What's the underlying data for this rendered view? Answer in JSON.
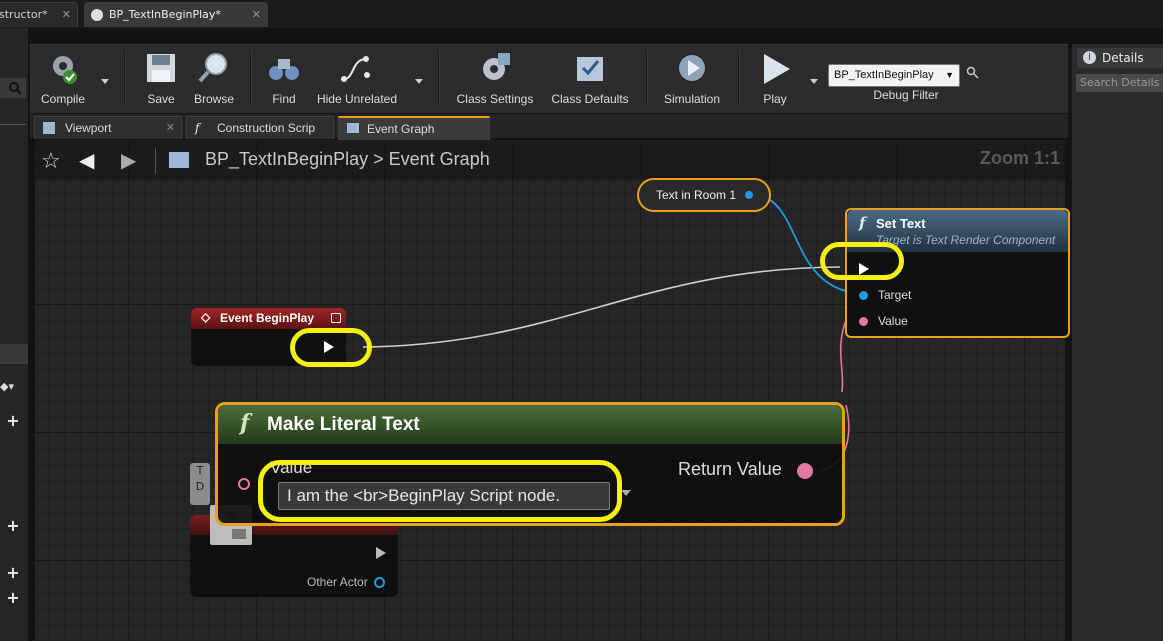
{
  "doc_tabs": [
    {
      "label": "structor*"
    },
    {
      "label": "BP_TextInBeginPlay*"
    }
  ],
  "toolbar": {
    "compile": "Compile",
    "save": "Save",
    "browse": "Browse",
    "find": "Find",
    "hide_unrelated": "Hide Unrelated",
    "class_settings": "Class Settings",
    "class_defaults": "Class Defaults",
    "simulation": "Simulation",
    "play": "Play",
    "debug_select_value": "BP_TextInBeginPlay",
    "debug_filter_label": "Debug Filter"
  },
  "details": {
    "tab_label": "Details",
    "search_placeholder": "Search Details"
  },
  "editor_tabs": [
    {
      "label": "Viewport"
    },
    {
      "label": "Construction Scrip"
    },
    {
      "label": "Event Graph"
    }
  ],
  "graph": {
    "breadcrumb_blueprint": "BP_TextInBeginPlay",
    "breadcrumb_separator": ">",
    "breadcrumb_graph": "Event Graph",
    "zoom": "Zoom 1:1"
  },
  "nodes": {
    "text_in_room": {
      "label": "Text in Room 1"
    },
    "set_text": {
      "title": "Set Text",
      "subtitle": "Target is Text Render Component",
      "pin_target": "Target",
      "pin_value": "Value"
    },
    "event_begin_play": {
      "title": "Event BeginPlay"
    },
    "make_literal_text": {
      "title": "Make Literal Text",
      "pin_value": "Value",
      "value_text": "I am the <br>BeginPlay Script node.",
      "return_value": "Return Value"
    },
    "overlap_node": {
      "pin_other_actor": "Other Actor",
      "partial_t": "T",
      "partial_d": "D"
    }
  },
  "colors": {
    "highlight": "#f5f010",
    "selection_border": "#e8a020",
    "event_header": "#8e1c1c",
    "function_header": "#3f5a72",
    "literal_header": "#3b5c2e",
    "object_pin": "#1e9be0",
    "text_pin": "#e07aa0"
  }
}
